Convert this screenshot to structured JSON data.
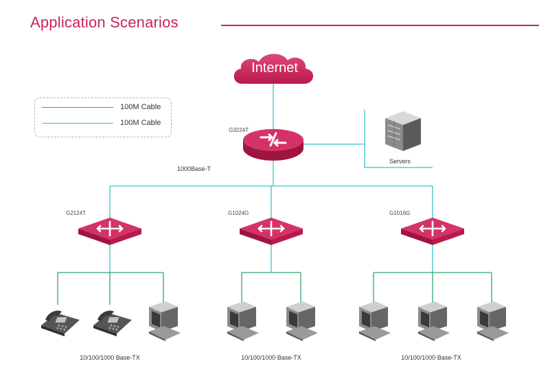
{
  "header": {
    "title": "Application Scenarios"
  },
  "legend": {
    "items": [
      {
        "label": "100M Cable",
        "color": "#2fa86a"
      },
      {
        "label": "100M Cable",
        "color": "#35c3cc"
      }
    ]
  },
  "cloud": {
    "label": "Internet"
  },
  "core": {
    "label": "G3224T"
  },
  "servers": {
    "label": "Servers"
  },
  "uplink": {
    "label": "1000Base-T"
  },
  "switches": [
    {
      "label": "G2124T"
    },
    {
      "label": "G1024G"
    },
    {
      "label": "G1016G"
    }
  ],
  "access": [
    {
      "label": "10/100/1000 Base-TX"
    },
    {
      "label": "10/100/1000 Base-TX"
    },
    {
      "label": "10/100/1000 Base-TX"
    }
  ],
  "colors": {
    "brand": "#c8245a",
    "cyan": "#35c3cc",
    "green": "#2fa86a"
  }
}
